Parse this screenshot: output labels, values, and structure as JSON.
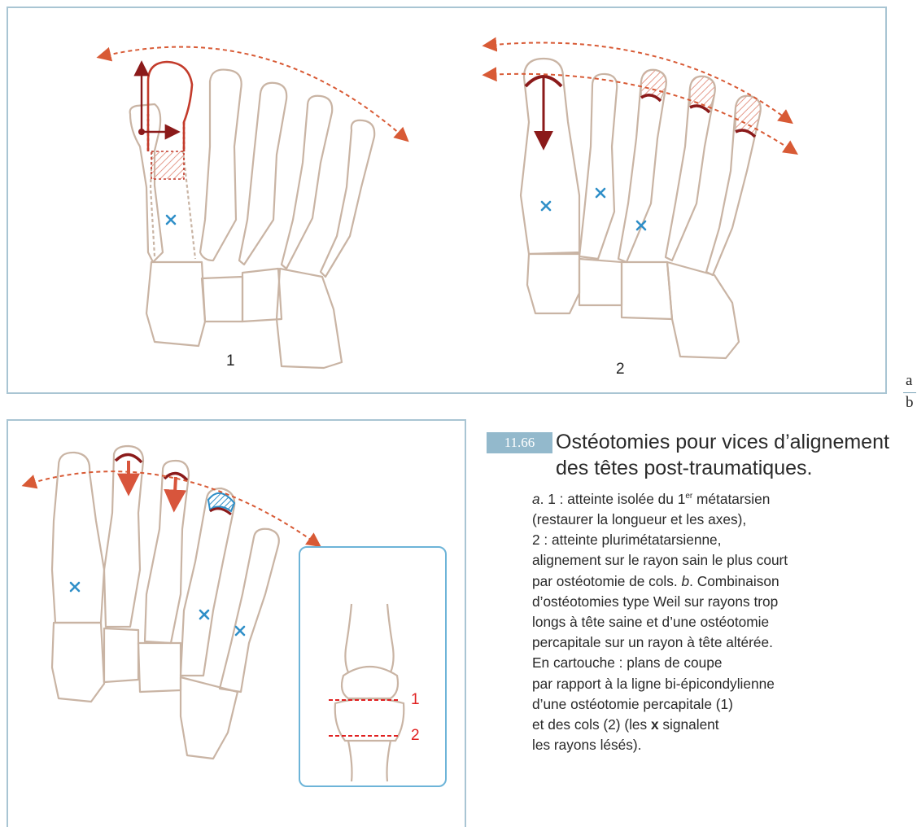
{
  "figure_number": "11.66",
  "title_lines": [
    "Ostéotomies pour vices d’alignement",
    "des têtes post-traumatiques."
  ],
  "panel_labels": {
    "a": "a",
    "b": "b"
  },
  "subfigure_labels": {
    "first": "1",
    "second": "2"
  },
  "inset_cut_labels": {
    "head_cut": "1",
    "neck_cut": "2"
  },
  "caption": {
    "l1_a": "a",
    "l1_text": ". 1 : atteinte isolée du 1",
    "l1_sup": "er",
    "l1_end": " métatarsien",
    "l2": "(restaurer la longueur et les axes),",
    "l3": "2 : atteinte plurimétatarsienne,",
    "l4": "alignement sur le rayon sain le plus court",
    "l5_start": "par ostéotomie de cols. ",
    "l5_b": "b",
    "l5_end": ". Combinaison",
    "l6": "d’ostéotomies type Weil sur rayons trop",
    "l7": "longs à tête saine et d’une ostéotomie",
    "l8": "percapitale sur un rayon à tête altérée.",
    "l9": "En cartouche : plans de coupe",
    "l10": "par rapport à la ligne bi-épicondylienne",
    "l11": "d’une ostéotomie percapitale (1)",
    "l12": "et des cols (2) (les ",
    "l12_x": "x",
    "l12_end": " signalent",
    "l13": "les rayons lésés)."
  },
  "colors": {
    "bone_outline": "#c9b4a4",
    "arc_arrow": "#d85a35",
    "dark_red": "#8b1a1a",
    "hatch": "#e49a8a",
    "lesion_mark": "#2f8fc8",
    "frame": "#a9c5d3",
    "inset_frame": "#6db4d8",
    "label_box": "#93b9cc",
    "cut_line": "#e02020"
  },
  "icons": {
    "lesion": "x-mark-icon",
    "correction": "arrow-icon",
    "alignment": "dashed-arc-arrow-icon"
  }
}
